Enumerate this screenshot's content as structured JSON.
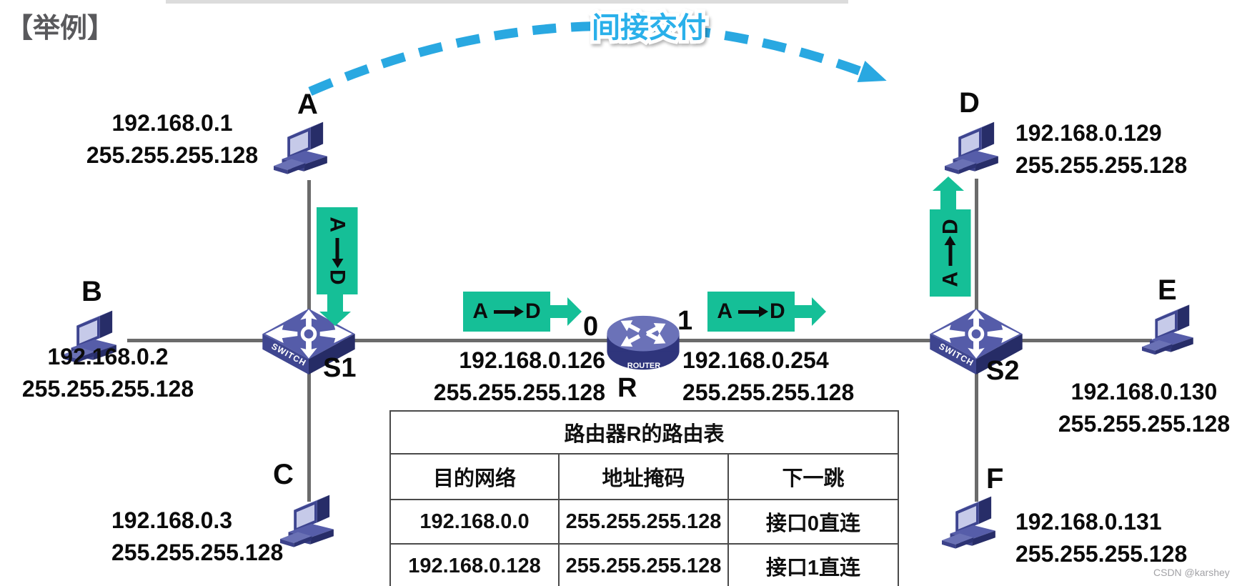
{
  "title": "【举例】",
  "watermark": "CSDN @karshey",
  "arc": {
    "label": "间接交付"
  },
  "packet": {
    "src": "A",
    "dst": "D"
  },
  "hosts": {
    "a": {
      "label": "A",
      "ip": "192.168.0.1",
      "mask": "255.255.255.128"
    },
    "b": {
      "label": "B",
      "ip": "192.168.0.2",
      "mask": "255.255.255.128"
    },
    "c": {
      "label": "C",
      "ip": "192.168.0.3",
      "mask": "255.255.255.128"
    },
    "d": {
      "label": "D",
      "ip": "192.168.0.129",
      "mask": "255.255.255.128"
    },
    "e": {
      "label": "E",
      "ip": "192.168.0.130",
      "mask": "255.255.255.128"
    },
    "f": {
      "label": "F",
      "ip": "192.168.0.131",
      "mask": "255.255.255.128"
    }
  },
  "switches": {
    "s1": {
      "label": "S1",
      "device_text": "SWITCH"
    },
    "s2": {
      "label": "S2",
      "device_text": "SWITCH"
    }
  },
  "router": {
    "label": "R",
    "device_text": "ROUTER",
    "if0": {
      "id": "0",
      "ip": "192.168.0.126",
      "mask": "255.255.255.128"
    },
    "if1": {
      "id": "1",
      "ip": "192.168.0.254",
      "mask": "255.255.255.128"
    }
  },
  "routing_table": {
    "title": "路由器R的路由表",
    "headers": [
      "目的网络",
      "地址掩码",
      "下一跳"
    ],
    "rows": [
      [
        "192.168.0.0",
        "255.255.255.128",
        "接口0直连"
      ],
      [
        "192.168.0.128",
        "255.255.255.128",
        "接口1直连"
      ]
    ]
  },
  "colors": {
    "arc_cyan": "#29a8e1",
    "packet_green": "#15bf97",
    "device_indigo": "#474e9d",
    "link_gray": "#6b6b6b"
  }
}
